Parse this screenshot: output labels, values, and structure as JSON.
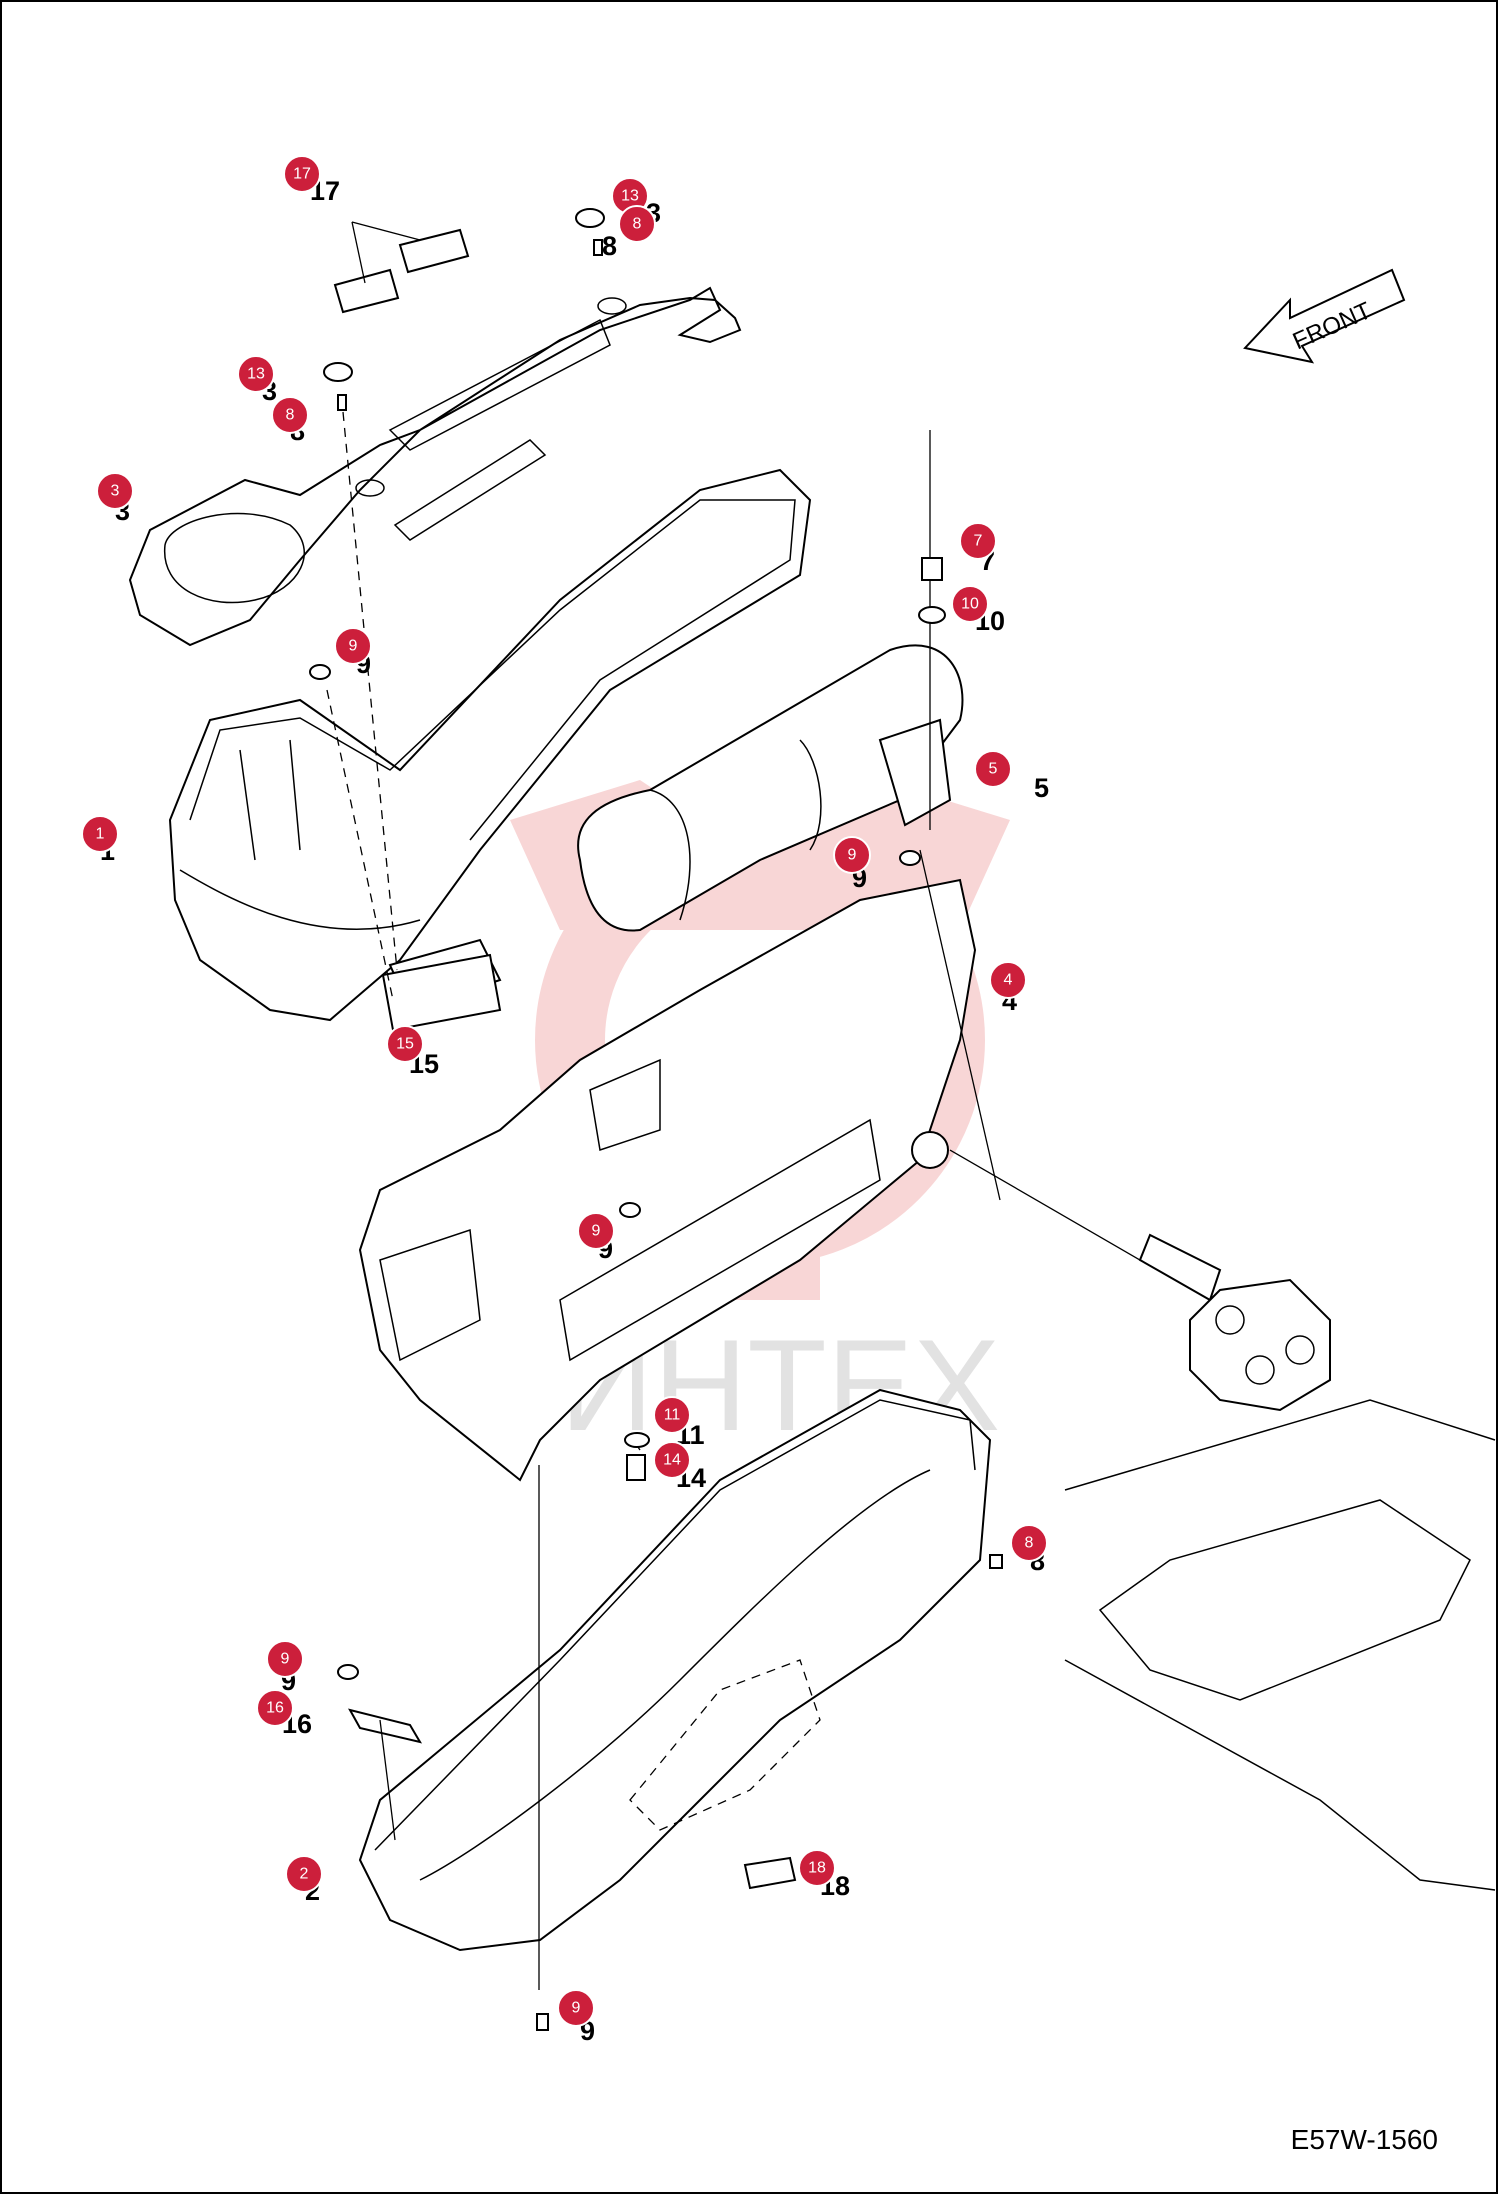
{
  "drawing_code": "E57W-1560",
  "front_label": "FRONT",
  "watermark_text": "ИНТЕХ",
  "colors": {
    "callout": "#cc1f3b",
    "watermark_logo": "#f3b5b5",
    "line": "#000000"
  },
  "callouts": [
    "17",
    "13",
    "8",
    "13",
    "8",
    "3",
    "9",
    "7",
    "10",
    "1",
    "5",
    "9",
    "4",
    "15",
    "9",
    "11",
    "14",
    "8",
    "9",
    "16",
    "2",
    "18",
    "9"
  ],
  "part_numbers": [
    "17",
    "3",
    "8",
    "3",
    "8",
    "3",
    "9",
    "7",
    "10",
    "1",
    "5",
    "9",
    "4",
    "15",
    "9",
    "11",
    "14",
    "8",
    "9",
    "16",
    "2",
    "18",
    "9"
  ]
}
